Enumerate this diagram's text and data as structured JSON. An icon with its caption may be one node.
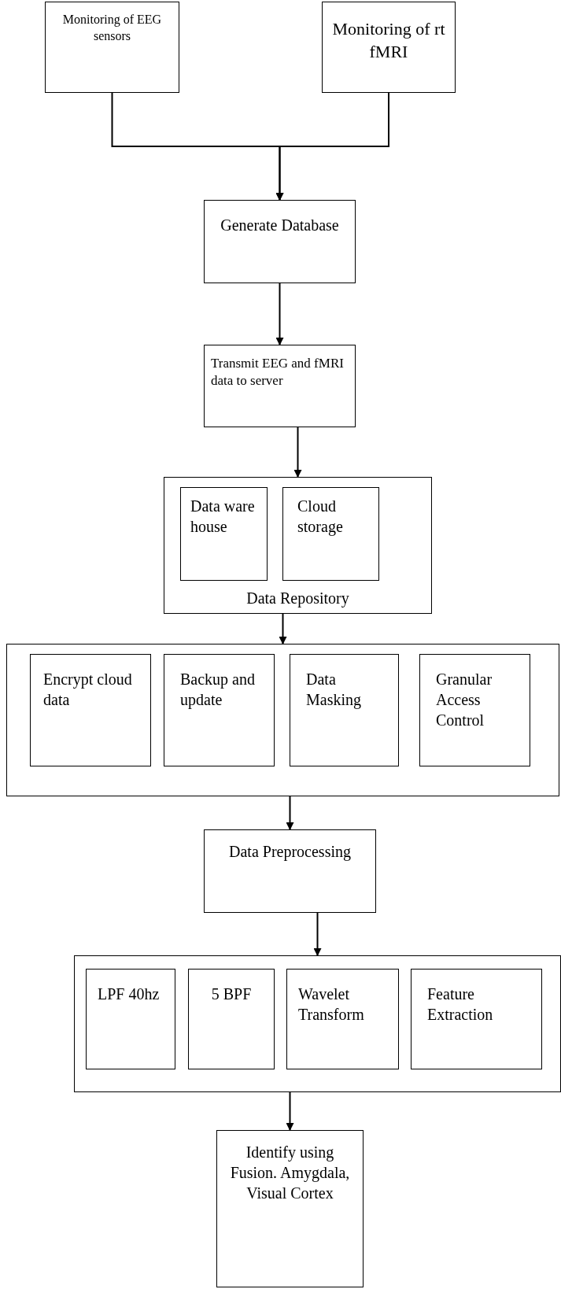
{
  "diagram": {
    "nodes": [
      {
        "text": [
          "Monitoring of EEG sensors"
        ]
      },
      {
        "text": [
          "Monitoring of rt fMRI"
        ]
      },
      {
        "text": [
          "Generate Database"
        ]
      },
      {
        "text": [
          "Transmit EEG and fMRI data to server"
        ]
      },
      {
        "text": [
          "Data Repository"
        ]
      },
      {
        "text": [
          "Data ware house"
        ],
        "in": 4
      },
      {
        "text": [
          "Cloud storage"
        ],
        "in": 4
      },
      {
        "text": [],
        "shape": "box"
      },
      {
        "text": [
          "Encrypt cloud data"
        ],
        "in": 7
      },
      {
        "text": [
          "Backup and update"
        ],
        "in": 7
      },
      {
        "text": [
          "Data Masking"
        ],
        "in": 7
      },
      {
        "text": [
          "Granular Access Control"
        ],
        "in": 7
      },
      {
        "text": [
          "Data Preprocessing"
        ]
      },
      {
        "text": [],
        "shape": "box"
      },
      {
        "text": [
          "LPF 40hz"
        ],
        "in": 13
      },
      {
        "text": [
          "5 BPF"
        ],
        "in": 13
      },
      {
        "text": [
          "Wavelet Transform"
        ],
        "in": 13
      },
      {
        "text": [
          "Feature Extraction"
        ],
        "in": 13
      },
      {
        "text": [
          "Identify using Fusion. Amygdala, Visual Cortex"
        ]
      }
    ],
    "edges": [
      {
        "from": 0,
        "to": 2,
        "arrow": "to"
      },
      {
        "from": 1,
        "to": 2,
        "arrow": "to"
      },
      {
        "from": 2,
        "to": 3,
        "arrow": "to"
      },
      {
        "from": 3,
        "to": 4,
        "arrow": "to"
      },
      {
        "from": 4,
        "to": 7,
        "arrow": "to"
      },
      {
        "from": 7,
        "to": 12,
        "arrow": "to"
      },
      {
        "from": 12,
        "to": 13,
        "arrow": "to"
      },
      {
        "from": 13,
        "to": 18,
        "arrow": "to"
      }
    ]
  }
}
